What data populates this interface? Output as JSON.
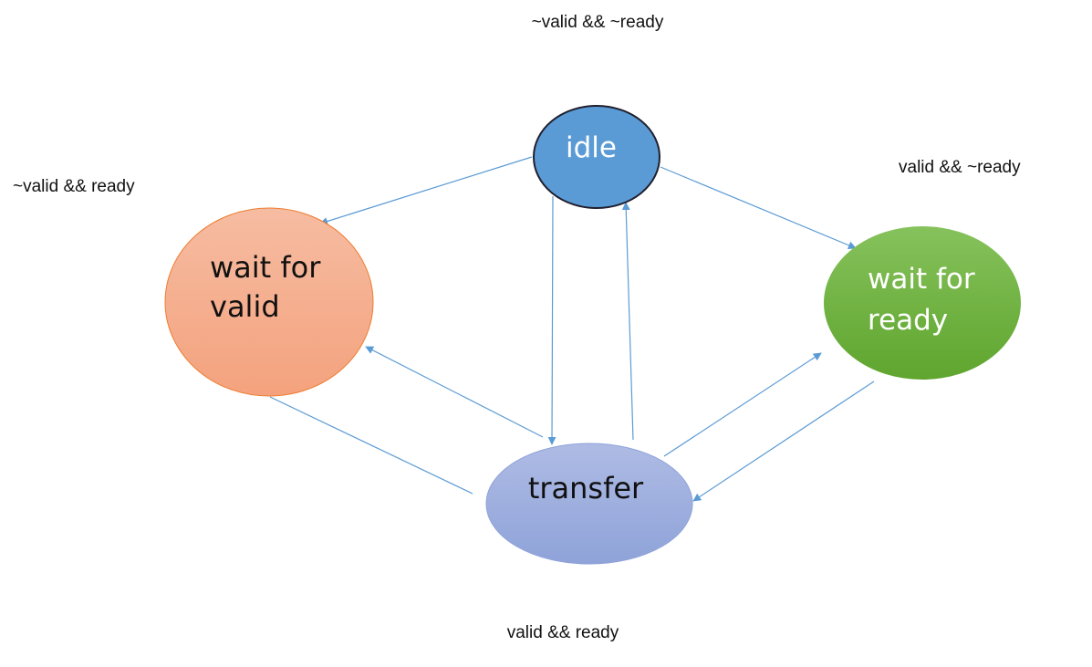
{
  "colors": {
    "idle_fill": "#5B9BD5",
    "idle_stroke": "#1F1F2E",
    "wait_valid_fill_top": "#F6BCA2",
    "wait_valid_fill_bottom": "#F4A27D",
    "wait_valid_stroke": "#ED7D31",
    "wait_ready_fill_top": "#86C25C",
    "wait_ready_fill_bottom": "#5FA52E",
    "transfer_fill_top": "#AEBBE4",
    "transfer_fill_bottom": "#8FA3D9",
    "transfer_stroke": "#8FA3D9",
    "arrow": "#5B9BD5",
    "text_dark": "#111111",
    "text_light": "#FFFFFF"
  },
  "states": {
    "idle": {
      "line1": "idle"
    },
    "wait_valid": {
      "line1": "wait for",
      "line2": "valid"
    },
    "wait_ready": {
      "line1": "wait for",
      "line2": "ready"
    },
    "transfer": {
      "line1": "transfer"
    }
  },
  "conditions": {
    "idle_loop": "~valid && ~ready",
    "to_wait_valid": "~valid && ready",
    "to_wait_ready": "valid && ~ready",
    "transfer_loop": "valid && ready"
  }
}
